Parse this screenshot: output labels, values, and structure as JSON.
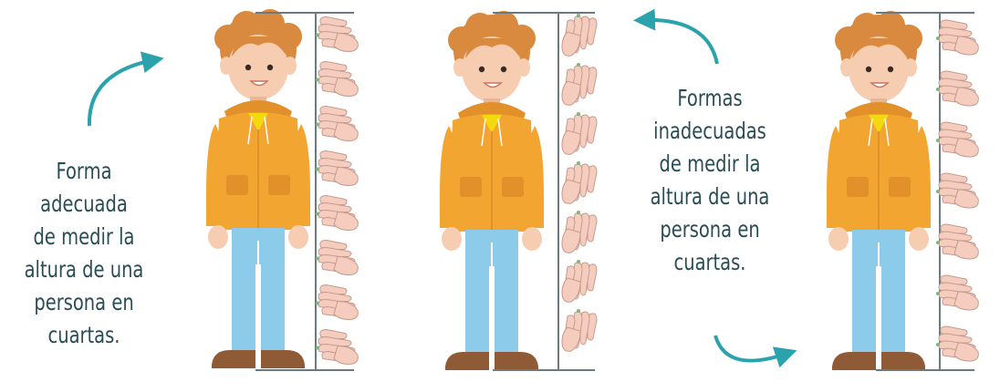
{
  "captions": {
    "correct": [
      "Forma",
      "adecuada",
      "de medir la",
      "altura de una",
      "persona en",
      "cuartas."
    ],
    "incorrect": [
      "Formas",
      "inadecuadas",
      "de medir la",
      "altura de una",
      "persona en",
      "cuartas."
    ]
  },
  "colors": {
    "hair": "#d98a3f",
    "skin": "#f6cdb0",
    "jacket": "#f2a531",
    "jacket_shadow": "#e2902a",
    "shirt": "#f5d90f",
    "jeans": "#8ccbe9",
    "shoes": "#8f5a36",
    "ruler": "#6c7a80",
    "arrow": "#2aa3ad",
    "text": "#2a4d55",
    "hand": "#f5cdbe",
    "hand_outline": "#c89a8d",
    "tick": "#7cb87c"
  },
  "icons": {
    "figure": "boy-figure-icon",
    "hand": "hand-span-icon",
    "arrow": "curved-arrow-icon"
  },
  "hand_counts": {
    "correct": 8,
    "incorrect_middle": 7,
    "incorrect_right": 7
  }
}
